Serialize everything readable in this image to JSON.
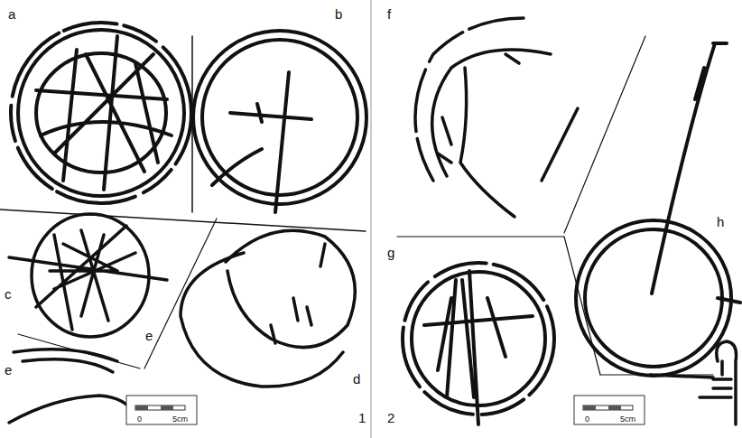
{
  "diagram": {
    "labels": [
      "a",
      "b",
      "c",
      "e",
      "d",
      "e",
      "1",
      "0",
      "5cm",
      "f",
      "g",
      "h",
      "2",
      "0",
      "5cm"
    ]
  }
}
